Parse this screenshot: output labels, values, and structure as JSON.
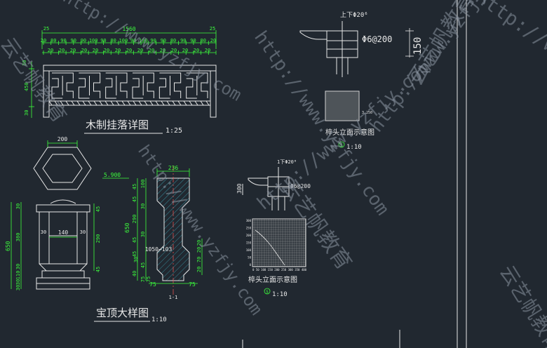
{
  "colors": {
    "background": "#212830",
    "line": "#e8e8e8",
    "dimension": "#3dff3d",
    "hatch": "#3fb8c8",
    "watermark": "#8a93a0"
  },
  "hanging_panel": {
    "title": "木制挂落详图",
    "scale": "1:25",
    "overall_width": "1560",
    "end_margin_left": "25",
    "end_margin_right": "25",
    "bay_row_top": [
      "20",
      "80",
      "90",
      "90",
      "90",
      "100",
      "90",
      "80",
      "100",
      "90",
      "100",
      "90",
      "90",
      "80",
      "90",
      "90",
      "80",
      "20"
    ],
    "bay_row_bottom": [
      "20",
      "20",
      "20",
      "20",
      "20",
      "20",
      "20",
      "20",
      "20",
      "20",
      "20",
      "20",
      "20",
      "20",
      "20"
    ],
    "height_top": "30",
    "height_main": "450",
    "height_side": "30"
  },
  "finial": {
    "title": "宝顶大样图",
    "scale": "1:10",
    "plan_width": "200",
    "body_width": "140",
    "total_height": "650",
    "left_dims": [
      "30",
      "380",
      "30",
      "110",
      "30",
      "30"
    ],
    "side_dims": [
      "30",
      "30"
    ],
    "right_dims": [
      "45",
      "290",
      "45"
    ]
  },
  "section_1_1": {
    "label": "1-1",
    "top_width": "236",
    "left_dims": [
      "45",
      "45",
      "290",
      "45",
      "45"
    ],
    "total": "650",
    "mid_dims": [
      "100",
      "30",
      "30",
      "45"
    ],
    "mid_center": "1050~103",
    "lower_dims": [
      "30",
      "40",
      "75",
      "75"
    ],
    "right_dims": [
      "20",
      "20",
      "70",
      "20"
    ],
    "elevation": "5.900",
    "bottom_dims": [
      "75",
      "75"
    ]
  },
  "beam_head_detail_top": {
    "rebar_note": "上下Φ20⁶",
    "stirrup": "Φ6@200",
    "dim": "150"
  },
  "beam_head_elevation_top": {
    "title": "椊头立面示意图",
    "scale": "1:10",
    "circle_no": "5",
    "ticks": "3,250"
  },
  "beam_head_detail_mid": {
    "rebar_note": "1下Φ20⁶",
    "stirrup": "Φ6@200",
    "dim": "300"
  },
  "beam_head_elevation_mid": {
    "title": "椊头立面示意图",
    "scale": "1:10",
    "circle_no": "5",
    "y_ticks": [
      "300",
      "250",
      "200",
      "150",
      "100",
      "50",
      "0"
    ],
    "x_ticks": "0 50 100 150 200 250 300 350 400"
  },
  "watermark": {
    "url": "http://www.yzfjy.com",
    "brand": "云艺帆教育"
  }
}
